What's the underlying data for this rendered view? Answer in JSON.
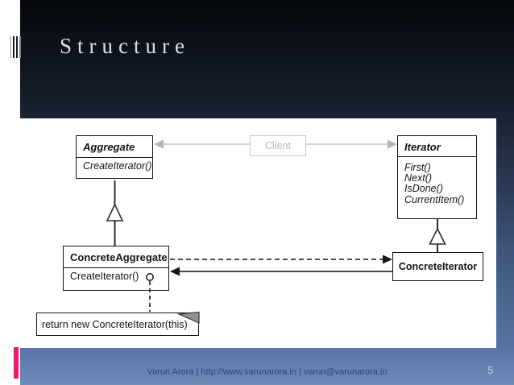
{
  "slide": {
    "title": "Structure",
    "footer_text": "Varun Arora | http://www.varunarora.in | varun@varunarora.in",
    "page_number": "5"
  },
  "colors": {
    "accent_pink": "#e51a70",
    "header_dark": "#06080b",
    "footer_slate": "#5873a3",
    "gray_relation": "#bcbec0",
    "diagram_line": "#141414"
  },
  "diagram": {
    "classes": {
      "aggregate": {
        "name": "Aggregate",
        "abstract": true,
        "methods": [
          "CreateIterator()"
        ]
      },
      "client": {
        "name": "Client"
      },
      "iterator": {
        "name": "Iterator",
        "abstract": true,
        "methods": [
          "First()",
          "Next()",
          "IsDone()",
          "CurrentItem()"
        ]
      },
      "concrete_aggregate": {
        "name": "ConcreteAggregate",
        "abstract": false,
        "methods": [
          "CreateIterator()"
        ]
      },
      "concrete_iterator": {
        "name": "ConcreteIterator",
        "abstract": false
      }
    },
    "note": "return new ConcreteIterator(this)",
    "relations": [
      {
        "from": "Client",
        "to": "Aggregate",
        "type": "association"
      },
      {
        "from": "Client",
        "to": "Iterator",
        "type": "association"
      },
      {
        "from": "ConcreteAggregate",
        "to": "Aggregate",
        "type": "inheritance"
      },
      {
        "from": "ConcreteIterator",
        "to": "Iterator",
        "type": "inheritance"
      },
      {
        "from": "ConcreteAggregate",
        "to": "ConcreteIterator",
        "type": "creates"
      },
      {
        "from": "ConcreteIterator",
        "to": "ConcreteAggregate",
        "type": "association"
      }
    ]
  }
}
